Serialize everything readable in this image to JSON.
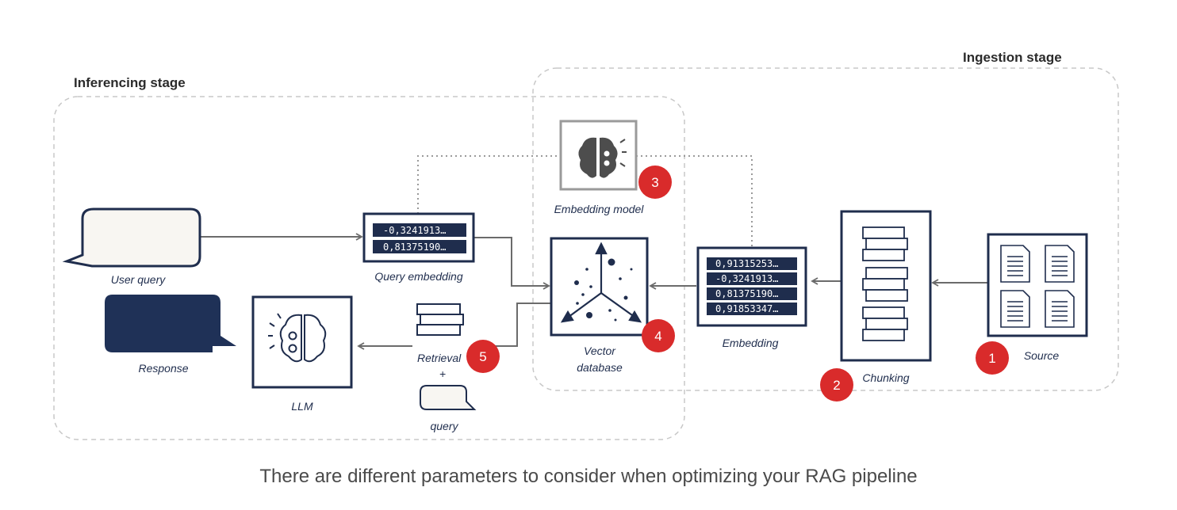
{
  "stages": {
    "inferencing": "Inferencing stage",
    "ingestion": "Ingestion stage"
  },
  "labels": {
    "user_query": "User query",
    "response": "Response",
    "query_embedding": "Query embedding",
    "llm": "LLM",
    "retrieval": "Retrieval",
    "plus": "+",
    "query": "query",
    "embedding_model": "Embedding model",
    "vector_db_line1": "Vector",
    "vector_db_line2": "database",
    "embedding": "Embedding",
    "chunking": "Chunking",
    "source": "Source"
  },
  "query_embedding_values": [
    "-0,3241913…",
    "0,81375190…"
  ],
  "embedding_values": [
    "0,91315253…",
    "-0,3241913…",
    "0,81375190…",
    "0,91853347…"
  ],
  "badges": [
    "1",
    "2",
    "3",
    "4",
    "5"
  ],
  "caption": "There are different parameters to consider when optimizing your RAG pipeline",
  "colors": {
    "navy": "#1f2d4d",
    "badge_red": "#d92b2b",
    "connector_gray": "#6b6b6b",
    "dashed_border": "#c8c8c8"
  },
  "icons": [
    "brain-gear-icon",
    "scatter-axes-icon",
    "document-icon",
    "chunk-stack-icon",
    "speech-bubble-icon"
  ]
}
